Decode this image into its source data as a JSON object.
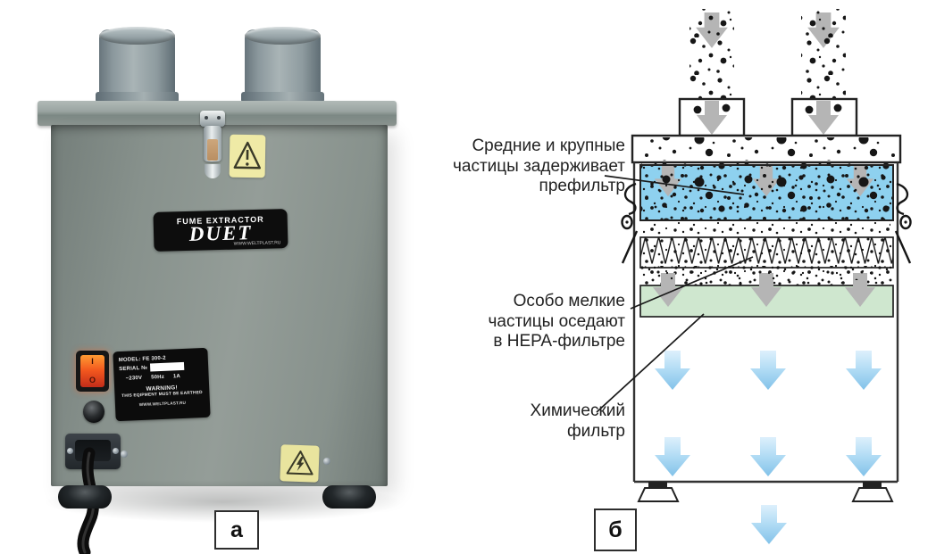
{
  "panels": {
    "a": "а",
    "b": "б"
  },
  "device": {
    "brand_plate": {
      "type_label": "FUME EXTRACTOR",
      "name": "DUET",
      "website": "WWW.WELTPLAST.RU"
    },
    "model_plate": {
      "model": "MODEL: FE 300-2",
      "serial_label": "SERIAL №",
      "voltage": "~230V",
      "frequency": "50Hz",
      "current": "1A",
      "warning_title": "WARNING!",
      "warning_text": "THIS EQIPMENT MUST BE EARTHED",
      "website": "WWW.WELTPLAST.RU"
    },
    "power_switch": {
      "on": "I",
      "off": "O"
    }
  },
  "diagram": {
    "labels": {
      "prefilter": "Средние и крупные\nчастицы задерживает\nпрефильтр",
      "hepa": "Особо мелкие\nчастицы оседают\nв HEPA-фильтре",
      "chemical": "Химический\nфильтр"
    },
    "colors": {
      "prefilter_layer": "#8ed1ef",
      "chemical_layer": "#cfe7cf",
      "flow_arrow": "#b5b5b5",
      "particle": "#161616",
      "clean_air_top": "#ddf0fc",
      "clean_air_bottom": "#82c2e9"
    }
  }
}
